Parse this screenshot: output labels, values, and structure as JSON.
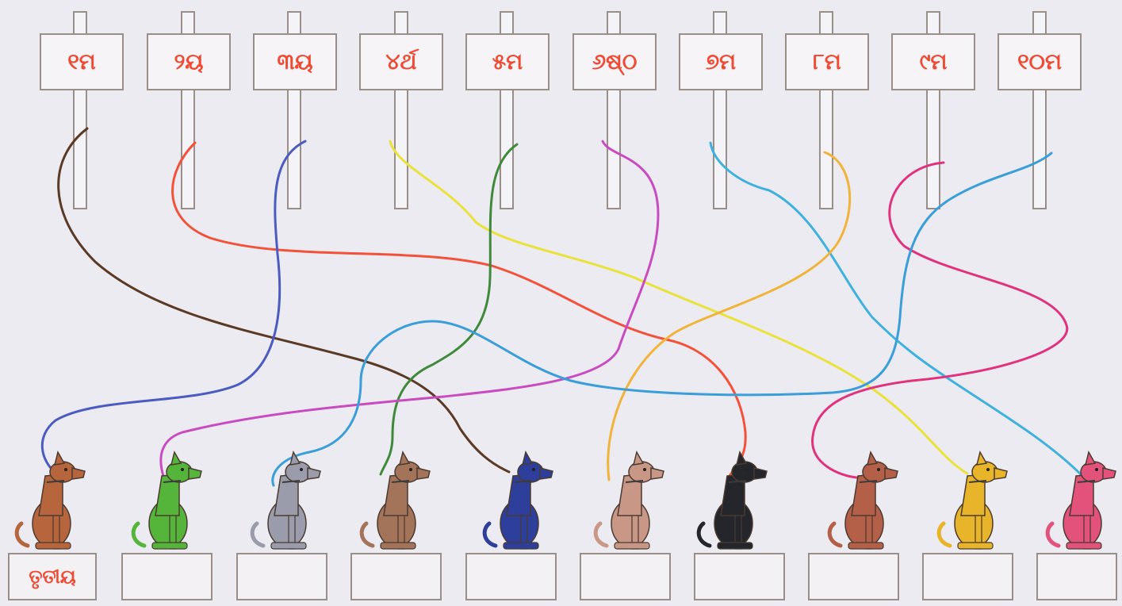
{
  "signs": [
    "୧ମ",
    "୨ୟ",
    "୩ୟ",
    "୪ର୍ଥ",
    "୫ମ",
    "୬ଷ୍ଠ",
    "୭ମ",
    "୮ମ",
    "୯ମ",
    "୧୦ମ"
  ],
  "answers": [
    "ତୃତୀୟ",
    "",
    "",
    "",
    "",
    "",
    "",
    "",
    "",
    ""
  ],
  "rope_colors": [
    "#5a3a25",
    "#f3523a",
    "#4b5bc0",
    "#e9e23a",
    "#3f8a3a",
    "#c84bc0",
    "#3fb1dd",
    "#f0b43a",
    "#e0337e",
    "#3a9ed8"
  ],
  "dog_colors": [
    "#b7653d",
    "#55b53a",
    "#9b9cab",
    "#a3735a",
    "#2d3f9a",
    "#c99785",
    "#25252c",
    "#b45f47",
    "#e8b52a",
    "#e3527a"
  ],
  "icons": [
    "dog-icon",
    "rope-icon"
  ]
}
